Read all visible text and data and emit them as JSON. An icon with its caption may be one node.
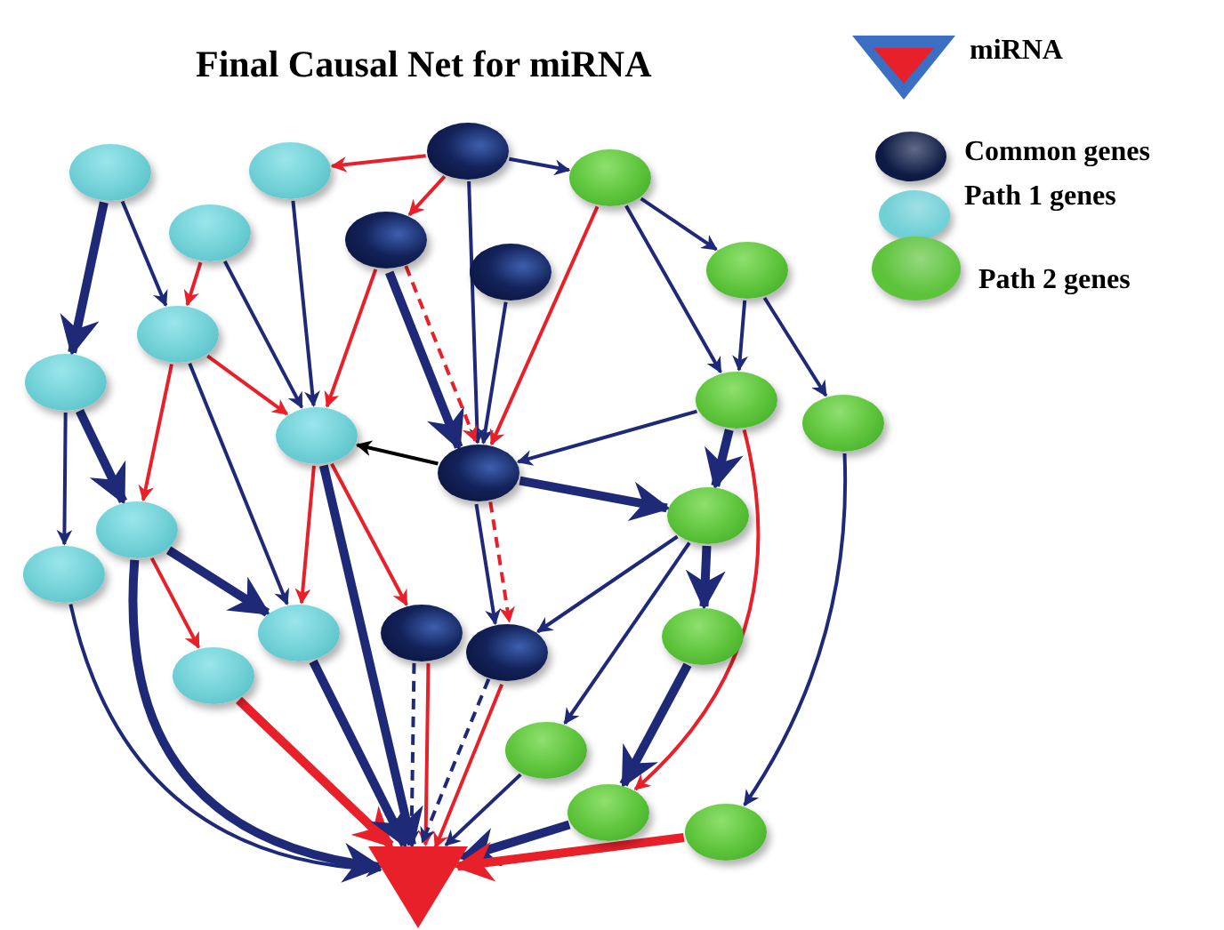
{
  "diagram": {
    "title": "Final Causal Net for miRNA",
    "nodes": [
      {
        "text": [],
        "shape": "ellipse"
      },
      {
        "text": [],
        "shape": "ellipse"
      },
      {
        "text": [],
        "shape": "ellipse"
      },
      {
        "text": [],
        "shape": "ellipse"
      },
      {
        "text": [],
        "shape": "ellipse"
      },
      {
        "text": [],
        "shape": "ellipse"
      },
      {
        "text": [],
        "shape": "ellipse"
      },
      {
        "text": [],
        "shape": "ellipse"
      },
      {
        "text": [],
        "shape": "ellipse"
      },
      {
        "text": [],
        "shape": "ellipse"
      },
      {
        "text": [],
        "shape": "ellipse"
      },
      {
        "text": [],
        "shape": "ellipse"
      },
      {
        "text": [],
        "shape": "ellipse"
      },
      {
        "text": [],
        "shape": "ellipse"
      },
      {
        "text": [],
        "shape": "ellipse"
      },
      {
        "text": [],
        "shape": "ellipse"
      },
      {
        "text": [],
        "shape": "ellipse"
      },
      {
        "text": [],
        "shape": "ellipse"
      },
      {
        "text": [],
        "shape": "ellipse"
      },
      {
        "text": [],
        "shape": "ellipse"
      },
      {
        "text": [],
        "shape": "ellipse"
      },
      {
        "text": [],
        "shape": "ellipse"
      },
      {
        "text": [],
        "shape": "ellipse"
      },
      {
        "text": [],
        "shape": "ellipse"
      },
      {
        "text": [],
        "shape": "ellipse"
      },
      {
        "text": [],
        "shape": "triangle"
      }
    ],
    "edges": [
      {
        "from": 10,
        "to": 1,
        "arrow": "to",
        "color": "#e8202a"
      },
      {
        "from": 10,
        "to": 11,
        "arrow": "to",
        "color": "#e8202a"
      },
      {
        "from": 10,
        "to": 16,
        "arrow": "to"
      },
      {
        "from": 10,
        "to": 13,
        "arrow": "to"
      },
      {
        "from": 0,
        "to": 4,
        "arrow": "to",
        "style": "thick"
      },
      {
        "from": 0,
        "to": 3,
        "arrow": "to"
      },
      {
        "from": 2,
        "to": 3,
        "arrow": "to",
        "color": "#e8202a"
      },
      {
        "from": 2,
        "to": 5,
        "arrow": "to"
      },
      {
        "from": 1,
        "to": 5,
        "arrow": "to"
      },
      {
        "from": 3,
        "to": 5,
        "arrow": "to",
        "color": "#e8202a"
      },
      {
        "from": 11,
        "to": 5,
        "arrow": "to",
        "color": "#e8202a"
      },
      {
        "from": 11,
        "to": 13,
        "arrow": "to",
        "style": "dashed",
        "color": "#e8202a"
      },
      {
        "from": 11,
        "to": 13,
        "arrow": "to",
        "style": "thick"
      },
      {
        "from": 12,
        "to": 13,
        "arrow": "to"
      },
      {
        "from": 16,
        "to": 13,
        "arrow": "to",
        "color": "#e8202a"
      },
      {
        "from": 13,
        "to": 5,
        "arrow": "to",
        "color": "#000000"
      },
      {
        "from": 18,
        "to": 13,
        "arrow": "to"
      },
      {
        "from": 4,
        "to": 7,
        "arrow": "to"
      },
      {
        "from": 4,
        "to": 6,
        "arrow": "to",
        "style": "thick"
      },
      {
        "from": 3,
        "to": 6,
        "arrow": "to",
        "color": "#e8202a"
      },
      {
        "from": 3,
        "to": 8,
        "arrow": "to"
      },
      {
        "from": 5,
        "to": 8,
        "arrow": "to",
        "color": "#e8202a"
      },
      {
        "from": 5,
        "to": 25,
        "arrow": "to",
        "style": "thick"
      },
      {
        "from": 5,
        "to": 14,
        "arrow": "to",
        "color": "#e8202a"
      },
      {
        "from": 13,
        "to": 20,
        "arrow": "to",
        "style": "thick"
      },
      {
        "from": 13,
        "to": 15,
        "arrow": "to",
        "style": "dashed",
        "color": "#e8202a"
      },
      {
        "from": 13,
        "to": 15,
        "arrow": "to"
      },
      {
        "from": 6,
        "to": 9,
        "arrow": "to",
        "color": "#e8202a"
      },
      {
        "from": 6,
        "to": 8,
        "arrow": "to",
        "style": "thick"
      },
      {
        "from": 6,
        "to": 25,
        "arrow": "to",
        "style": "thick"
      },
      {
        "from": 7,
        "to": 25,
        "arrow": "to"
      },
      {
        "from": 9,
        "to": 25,
        "arrow": "to",
        "style": "thick",
        "color": "#e8202a"
      },
      {
        "from": 8,
        "to": 25,
        "arrow": "to",
        "style": "thick"
      },
      {
        "from": 14,
        "to": 25,
        "arrow": "to",
        "color": "#e8202a"
      },
      {
        "from": 14,
        "to": 25,
        "arrow": "to",
        "style": "dashed"
      },
      {
        "from": 15,
        "to": 25,
        "arrow": "to",
        "color": "#e8202a"
      },
      {
        "from": 15,
        "to": 25,
        "arrow": "to",
        "style": "dashed"
      },
      {
        "from": 22,
        "to": 25,
        "arrow": "to"
      },
      {
        "from": 23,
        "to": 25,
        "arrow": "to",
        "style": "thick"
      },
      {
        "from": 24,
        "to": 25,
        "arrow": "to",
        "style": "thick",
        "color": "#e8202a"
      },
      {
        "from": 16,
        "to": 17,
        "arrow": "to"
      },
      {
        "from": 16,
        "to": 18,
        "arrow": "to"
      },
      {
        "from": 17,
        "to": 18,
        "arrow": "to"
      },
      {
        "from": 17,
        "to": 19,
        "arrow": "to"
      },
      {
        "from": 18,
        "to": 20,
        "arrow": "to",
        "style": "thick"
      },
      {
        "from": 18,
        "to": 23,
        "arrow": "to",
        "color": "#e8202a"
      },
      {
        "from": 19,
        "to": 24,
        "arrow": "to"
      },
      {
        "from": 20,
        "to": 15,
        "arrow": "to"
      },
      {
        "from": 20,
        "to": 22,
        "arrow": "to"
      },
      {
        "from": 20,
        "to": 21,
        "arrow": "to",
        "style": "thick"
      },
      {
        "from": 21,
        "to": 23,
        "arrow": "to",
        "style": "thick"
      }
    ],
    "legend": [
      {
        "text": "miRNA",
        "color": "#e8202a"
      },
      {
        "text": "Common genes",
        "color": "#0d1a45"
      },
      {
        "text": "Path 1 genes",
        "color": "#6fd0d6"
      },
      {
        "text": "Path 2 genes",
        "color": "#5cc33a"
      }
    ]
  }
}
